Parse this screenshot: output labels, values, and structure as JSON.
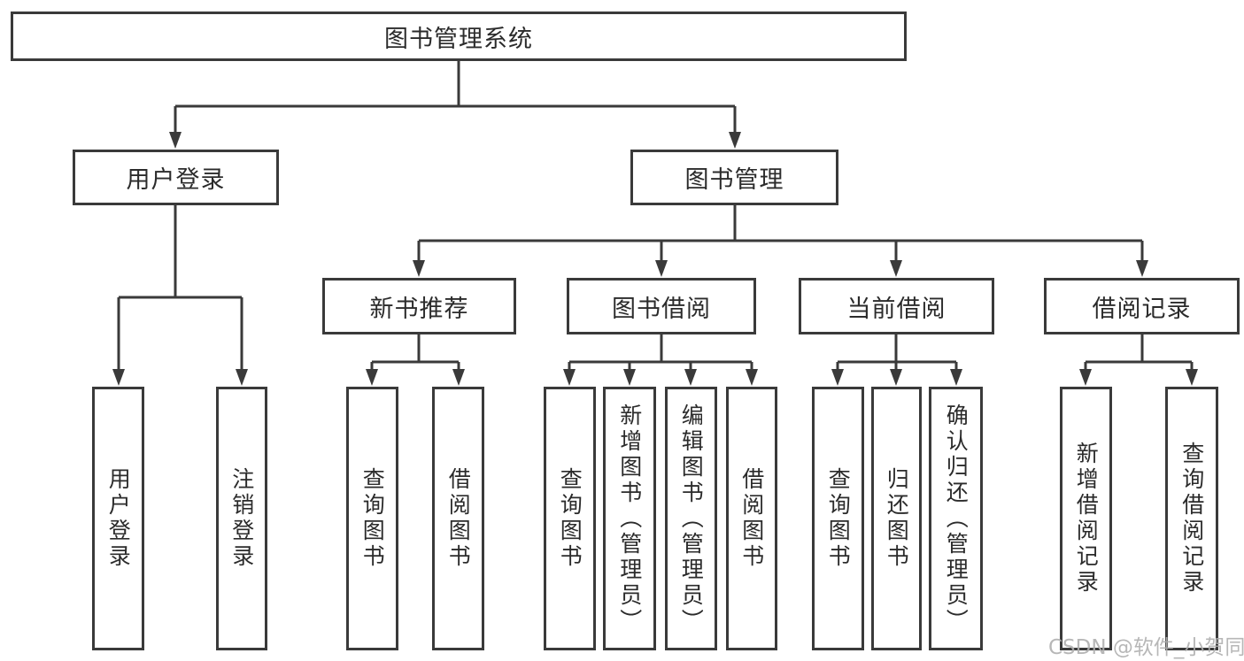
{
  "diagram": {
    "root": "图书管理系统",
    "level2": [
      "用户登录",
      "图书管理"
    ],
    "level3": [
      "新书推荐",
      "图书借阅",
      "当前借阅",
      "借阅记录"
    ],
    "leaves": {
      "user_login": [
        "用户登录",
        "注销登录"
      ],
      "new_book": [
        "查询图书",
        "借阅图书"
      ],
      "book_borrow": [
        "查询图书",
        "新增图书（管理员）",
        "编辑图书（管理员）",
        "借阅图书"
      ],
      "current_borrow": [
        "查询图书",
        "归还图书",
        "确认归还（管理员）"
      ],
      "borrow_record": [
        "新增借阅记录",
        "查询借阅记录"
      ]
    },
    "watermark": "CSDN @软件_小贺同学",
    "colors": {
      "border": "#3a3a3a",
      "line": "#3a3a3a",
      "text": "#2b2b2b",
      "watermark": "#afafaf",
      "background": "#ffffff"
    }
  }
}
